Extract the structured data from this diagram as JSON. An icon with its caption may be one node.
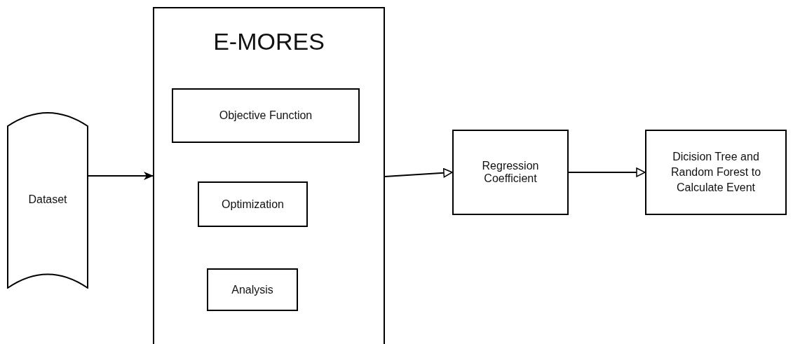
{
  "diagram": {
    "nodes": [
      {
        "text": [
          "Dataset"
        ]
      },
      {
        "text": [
          "E-MORES"
        ]
      },
      {
        "text": [
          "Objective Function"
        ],
        "in": 1
      },
      {
        "text": [
          "Optimization"
        ],
        "in": 1
      },
      {
        "text": [
          "Analysis"
        ],
        "in": 1
      },
      {
        "text": [
          "Regression Coefficient"
        ]
      },
      {
        "text": [
          "Dicision Tree and Random Forest to Calculate Event"
        ]
      }
    ],
    "edges": [
      {
        "from": 0,
        "to": 1,
        "arrow": "to"
      },
      {
        "from": 1,
        "to": 5,
        "arrow": "to"
      },
      {
        "from": 5,
        "to": 6,
        "arrow": "to"
      }
    ]
  }
}
